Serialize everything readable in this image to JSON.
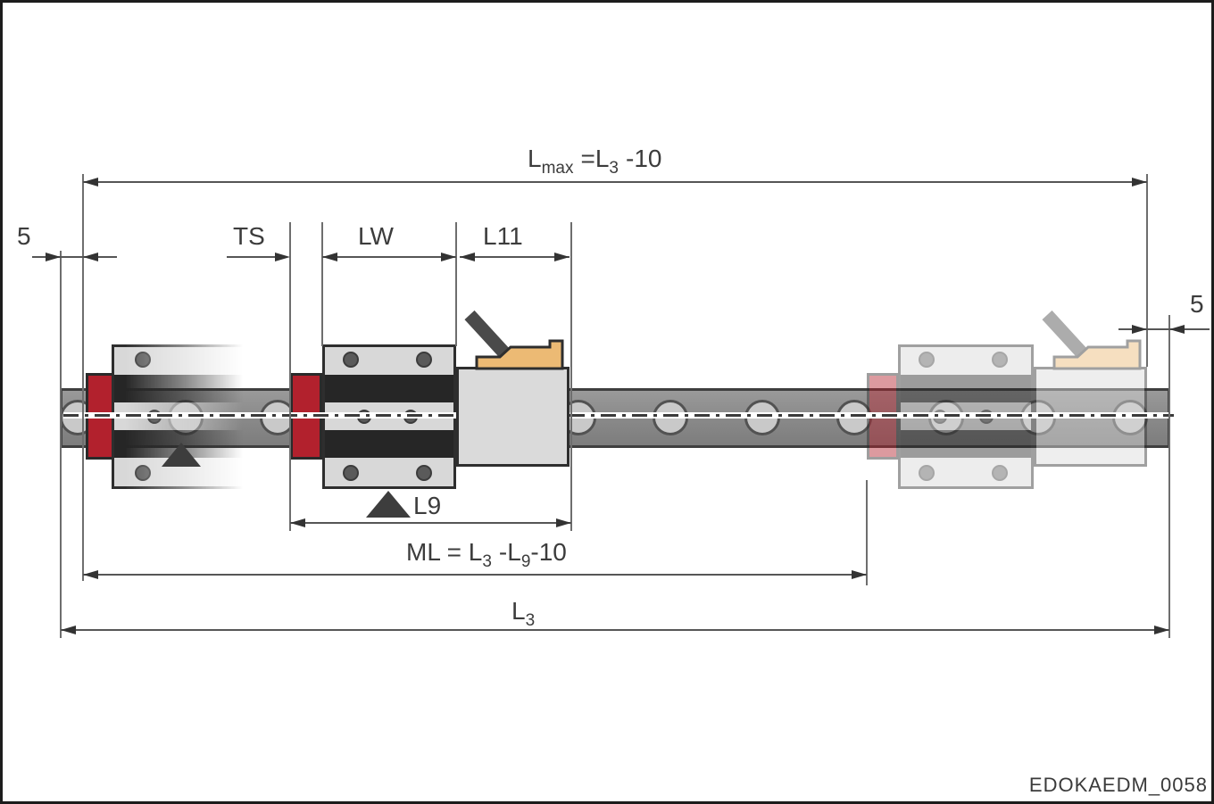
{
  "figure": {
    "code": "EDOKAEDM_0058",
    "dims": {
      "five_left": "5",
      "five_right": "5",
      "ts": "TS",
      "lw": "LW",
      "l11": "L11",
      "l9": "L9",
      "lmax": {
        "p1": "L",
        "s1": "max",
        "p2": "=L",
        "s2": "3",
        "p3": "-10"
      },
      "ml": {
        "p1": "ML = L",
        "s1": "3",
        "p2": "-L",
        "s2": "9",
        "p3": "-10"
      },
      "l3": {
        "p1": "L",
        "s1": "3"
      }
    },
    "colors": {
      "seal_red": "#b2212d",
      "connector_tan": "#ecba74",
      "rail_gray": "#8d8d8d",
      "carriage_gray": "#d8d8d8",
      "stripe_black": "#262626",
      "dimension_line": "#565656",
      "text_gray": "#3c3c3c"
    }
  }
}
